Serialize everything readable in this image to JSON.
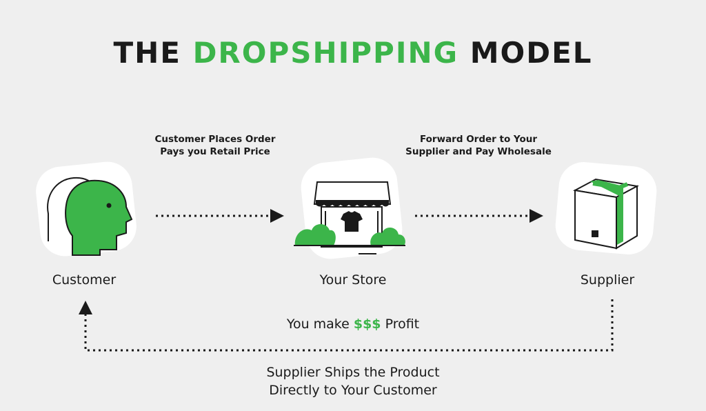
{
  "title": {
    "part1": "THE ",
    "part2": "DROPSHIPPING",
    "part3": " MODEL"
  },
  "steps": {
    "customer_to_store": [
      "Customer Places Order",
      "Pays you Retail Price"
    ],
    "store_to_supplier": [
      "Forward Order to Your",
      "Supplier and Pay Wholesale"
    ]
  },
  "nodes": {
    "customer": "Customer",
    "store": "Your Store",
    "supplier": "Supplier"
  },
  "profit": {
    "prefix": "You make ",
    "money": "$$$",
    "suffix": " Profit"
  },
  "return_flow": [
    "Supplier Ships the Product",
    "Directly to Your Customer"
  ],
  "colors": {
    "accent": "#3cb54a",
    "text": "#1a1a1a",
    "background": "#efefef"
  },
  "icons": [
    "customer-head-icon",
    "storefront-icon",
    "box-icon"
  ]
}
